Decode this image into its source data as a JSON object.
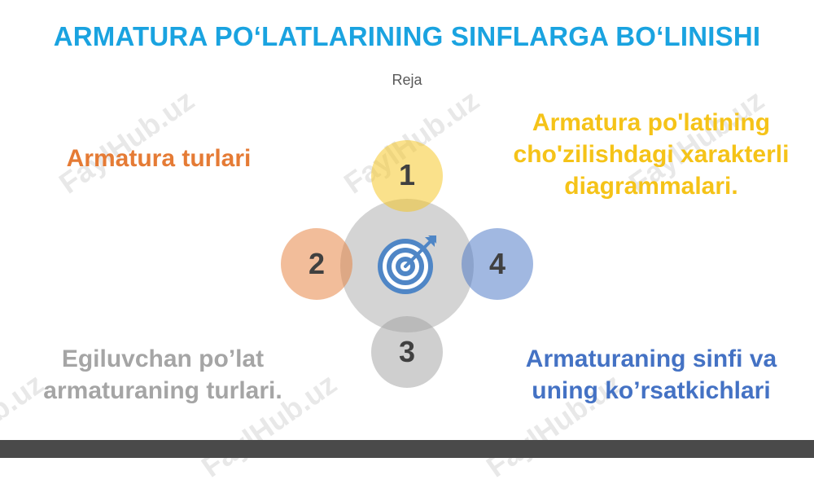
{
  "title": "ARMATURA PO‘LATLARINING SINFLARGA BO‘LINISHI",
  "subtitle": "Reja",
  "watermark": "FaylHub.uz",
  "center_icon": "target-arrow-icon",
  "items": [
    {
      "number": "1",
      "text": "Armatura po'latining cho'zilishdagi xarakterli diagrammalari.",
      "color": "#f5c318"
    },
    {
      "number": "2",
      "text": "Armatura turlari",
      "color": "#e57b35"
    },
    {
      "number": "3",
      "text": "Egiluvchan po’lat armaturaning turlari.",
      "color": "#a5a5a5"
    },
    {
      "number": "4",
      "text": "Armaturaning sinfi va uning ko’rsatkichlari",
      "color": "#4472c4"
    }
  ]
}
